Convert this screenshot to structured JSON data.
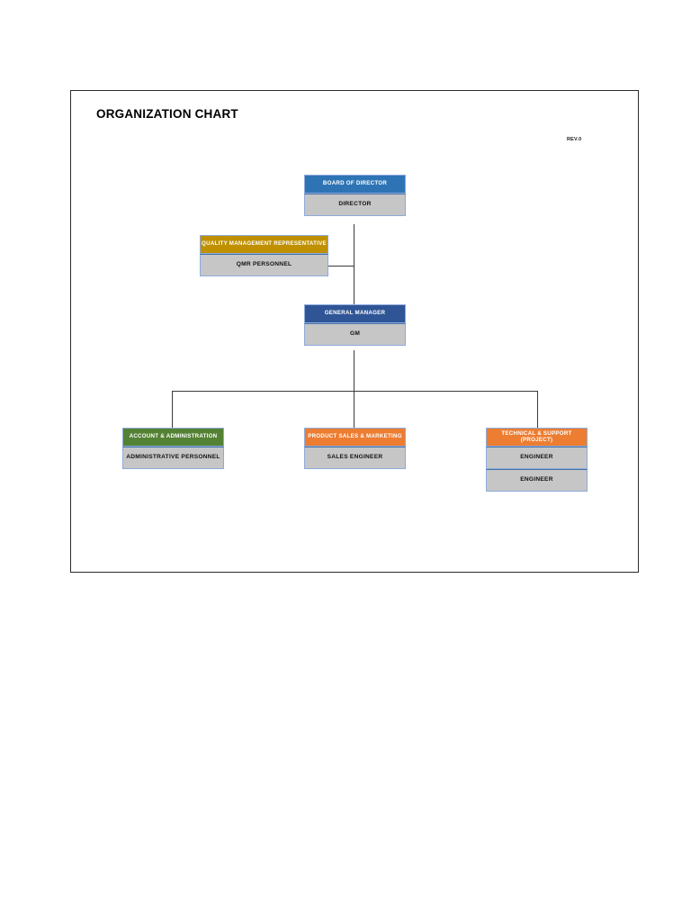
{
  "document": {
    "title": "ORGANIZATION CHART",
    "revision": "REV.0"
  },
  "colors": {
    "board_header": "#2e74b5",
    "general_manager_header": "#2f5597",
    "qmr_header": "#bf9000",
    "account_header": "#548235",
    "sales_header": "#ed7d31",
    "technical_header": "#ed7d31",
    "body_cell": "#c6c6c6",
    "box_border": "#8eaadb",
    "connector": "#3a3a3a",
    "frame_border": "#2b2b2b"
  },
  "chart_data": {
    "type": "diagram",
    "title": "ORGANIZATION CHART",
    "nodes": [
      {
        "id": "board",
        "header": "BOARD OF DIRECTOR",
        "header_color": "#2e74b5",
        "roles": [
          "DIRECTOR"
        ],
        "level": 0
      },
      {
        "id": "qmr",
        "header": "QUALITY MANAGEMENT REPRESENTATIVE",
        "header_color": "#bf9000",
        "roles": [
          "QMR PERSONNEL"
        ],
        "level": 1
      },
      {
        "id": "gm",
        "header": "GENERAL MANAGER",
        "header_color": "#2f5597",
        "roles": [
          "GM"
        ],
        "level": 1
      },
      {
        "id": "account",
        "header": "ACCOUNT & ADMINISTRATION",
        "header_color": "#548235",
        "roles": [
          "ADMINISTRATIVE PERSONNEL"
        ],
        "level": 2
      },
      {
        "id": "sales",
        "header": "PRODUCT SALES & MARKETING",
        "header_color": "#ed7d31",
        "roles": [
          "SALES ENGINEER"
        ],
        "level": 2
      },
      {
        "id": "technical",
        "header": "TECHNICAL & SUPPORT (PROJECT)",
        "header_color": "#ed7d31",
        "roles": [
          "ENGINEER",
          "ENGINEER"
        ],
        "level": 2
      }
    ],
    "edges": [
      {
        "from": "board",
        "to": "gm"
      },
      {
        "from": "board",
        "to": "qmr"
      },
      {
        "from": "gm",
        "to": "account"
      },
      {
        "from": "gm",
        "to": "sales"
      },
      {
        "from": "gm",
        "to": "technical"
      }
    ]
  }
}
